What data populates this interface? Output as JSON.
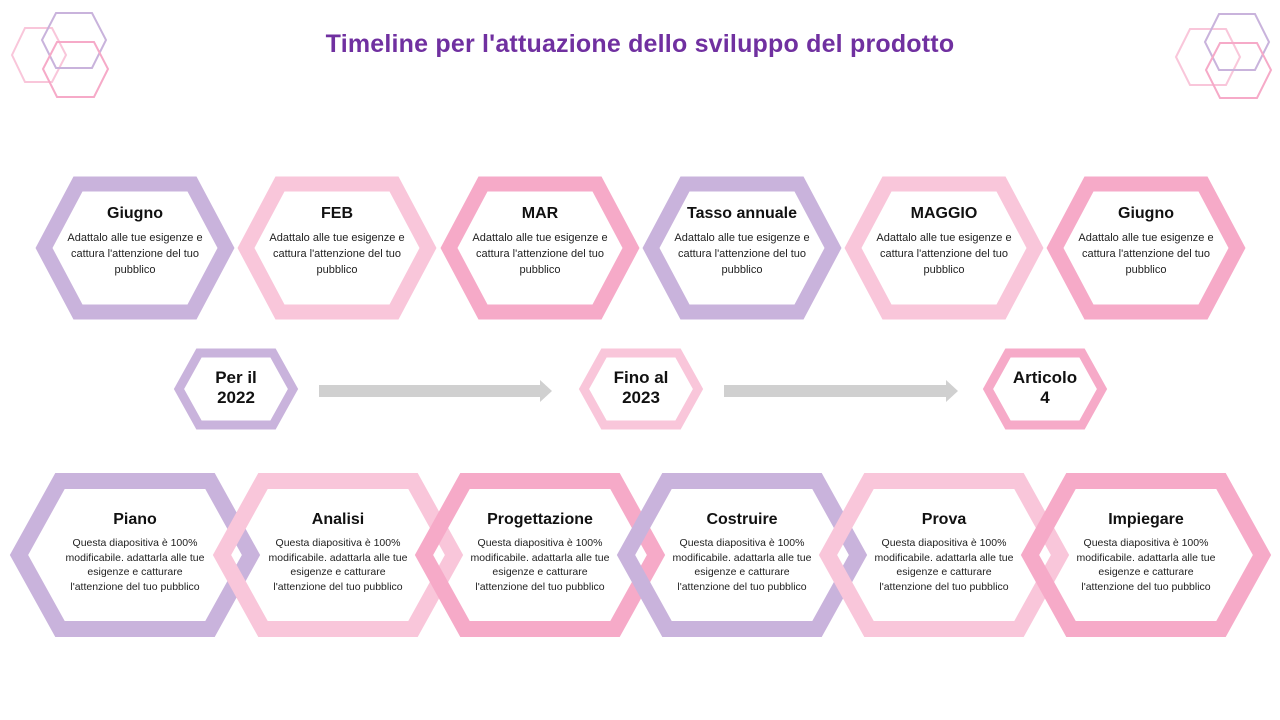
{
  "title": "Timeline per l'attuazione dello sviluppo del prodotto",
  "colors": {
    "title": "#7030a0",
    "lavender": "#c9b3dc",
    "light_pink": "#f9c6da",
    "pink": "#f6aac8",
    "arrow": "#d0d0d0"
  },
  "decorations": {
    "top_left": "hexagon-cluster",
    "top_right": "hexagon-cluster"
  },
  "top_row": [
    {
      "title": "Giugno",
      "text": "Adattalo alle tue esigenze e cattura l'attenzione del tuo pubblico",
      "color": "lavender"
    },
    {
      "title": "FEB",
      "text": "Adattalo alle tue esigenze e cattura l'attenzione del tuo pubblico",
      "color": "light_pink"
    },
    {
      "title": "MAR",
      "text": "Adattalo alle tue esigenze e cattura l'attenzione del tuo pubblico",
      "color": "pink"
    },
    {
      "title": "Tasso annuale",
      "text": "Adattalo alle tue esigenze e cattura l'attenzione del tuo pubblico",
      "color": "lavender"
    },
    {
      "title": "MAGGIO",
      "text": "Adattalo alle tue esigenze e cattura l'attenzione del tuo pubblico",
      "color": "light_pink"
    },
    {
      "title": "Giugno",
      "text": "Adattalo alle tue esigenze e cattura l'attenzione del tuo pubblico",
      "color": "pink"
    }
  ],
  "milestones": [
    {
      "line1": "Per il",
      "line2": "2022",
      "color": "lavender"
    },
    {
      "line1": "Fino al",
      "line2": "2023",
      "color": "light_pink"
    },
    {
      "line1": "Articolo",
      "line2": "4",
      "color": "pink"
    }
  ],
  "arrows": [
    {
      "from": "Per il 2022",
      "to": "Fino al 2023"
    },
    {
      "from": "Fino al 2023",
      "to": "Articolo 4"
    }
  ],
  "bottom_row": [
    {
      "title": "Piano",
      "text": "Questa diapositiva è 100% modificabile. adattarla alle tue esigenze e catturare l'attenzione del tuo pubblico",
      "color": "lavender"
    },
    {
      "title": "Analisi",
      "text": "Questa diapositiva è 100% modificabile. adattarla alle tue esigenze e catturare l'attenzione del tuo pubblico",
      "color": "light_pink"
    },
    {
      "title": "Progettazione",
      "text": "Questa diapositiva è 100% modificabile. adattarla alle tue esigenze e catturare l'attenzione del tuo pubblico",
      "color": "pink"
    },
    {
      "title": "Costruire",
      "text": "Questa diapositiva è 100% modificabile. adattarla alle tue esigenze e catturare l'attenzione del tuo pubblico",
      "color": "lavender"
    },
    {
      "title": "Prova",
      "text": "Questa diapositiva è 100% modificabile. adattarla alle tue esigenze e catturare l'attenzione del tuo pubblico",
      "color": "light_pink"
    },
    {
      "title": "Impiegare",
      "text": "Questa diapositiva è 100% modificabile. adattarla alle tue esigenze e catturare l'attenzione del tuo pubblico",
      "color": "pink"
    }
  ]
}
